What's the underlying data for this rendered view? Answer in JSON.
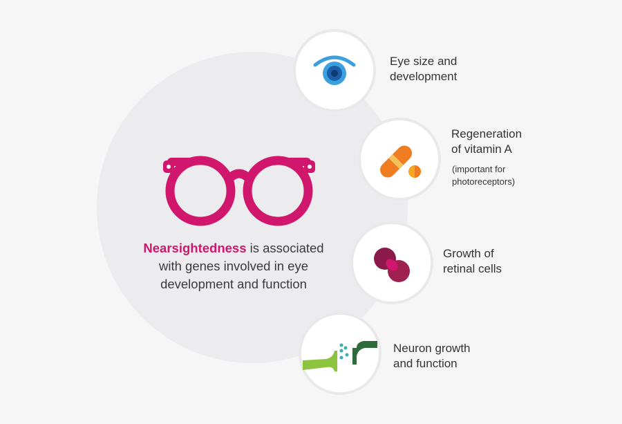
{
  "center": {
    "highlight": "Nearsightedness",
    "line1_rest": " is associated",
    "line2": "with genes involved in eye",
    "line3": "development and function"
  },
  "items": [
    {
      "line1": "Eye size and",
      "line2": "development",
      "icon": "eye-icon"
    },
    {
      "line1": "Regeneration",
      "line2": "of vitamin A",
      "note1": "(important for",
      "note2": "photoreceptors)",
      "icon": "pill-icon"
    },
    {
      "line1": "Growth of",
      "line2": "retinal cells",
      "icon": "cell-division-icon"
    },
    {
      "line1": "Neuron growth",
      "line2": "and function",
      "icon": "synapse-icon"
    }
  ],
  "colors": {
    "accent": "#d0166d",
    "eye_blue": "#3aa0de",
    "pill_orange": "#f07d22",
    "pill_yellow": "#f5a623",
    "cell_maroon": "#8b1a4a",
    "neuron_green": "#8cc43f",
    "neuron_dark": "#2e6b3a",
    "teal": "#3ab0b6"
  }
}
